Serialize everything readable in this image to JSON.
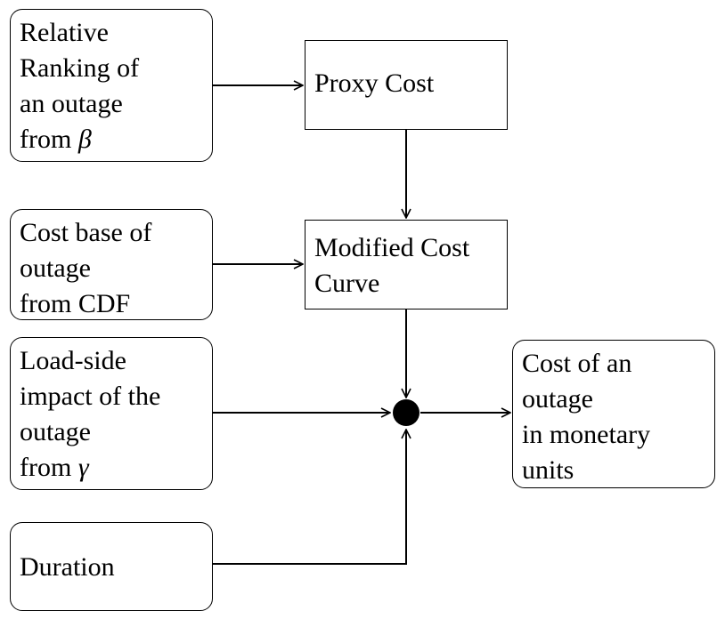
{
  "diagram": {
    "inputs": {
      "relative_ranking": {
        "lines": [
          "Relative",
          "Ranking of",
          "an outage",
          "from "
        ],
        "symbol": "β"
      },
      "cost_base": {
        "lines": [
          "Cost base of",
          "outage",
          "from CDF"
        ]
      },
      "load_side": {
        "lines": [
          "Load-side",
          "impact of the",
          "outage",
          "from "
        ],
        "symbol": "γ"
      },
      "duration": {
        "lines": [
          "Duration"
        ]
      }
    },
    "proxy_cost": {
      "lines": [
        "Proxy Cost"
      ]
    },
    "modified_cost_curve": {
      "lines": [
        "Modified Cost",
        "Curve"
      ]
    },
    "output": {
      "lines": [
        "Cost of an",
        "outage",
        "in monetary",
        "units"
      ]
    },
    "colors": {
      "stroke": "#000000",
      "fill": "#ffffff",
      "node": "#000000"
    }
  }
}
